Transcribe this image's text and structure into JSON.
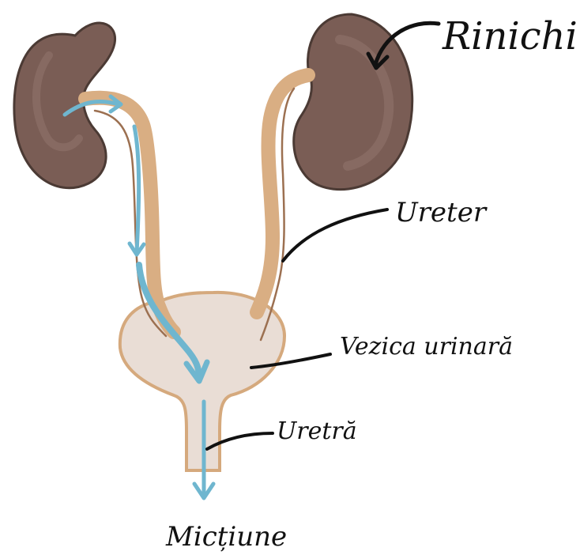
{
  "labels": {
    "kidneys": "Rinichi",
    "ureter": "Ureter",
    "bladder": "Vezica urinară",
    "urethra": "Uretră",
    "micturition": "Micțiune"
  },
  "colors": {
    "kidney": "#7a5d55",
    "kidney_dark": "#4b3a34",
    "ureter": "#d9ae83",
    "ureter_dark": "#9c7051",
    "bladder": "#e9ddd5",
    "bladder_outline": "#d5a97d",
    "flow": "#6fb6cf",
    "ink": "#111111",
    "micturition_text": "#6fb6cf"
  }
}
